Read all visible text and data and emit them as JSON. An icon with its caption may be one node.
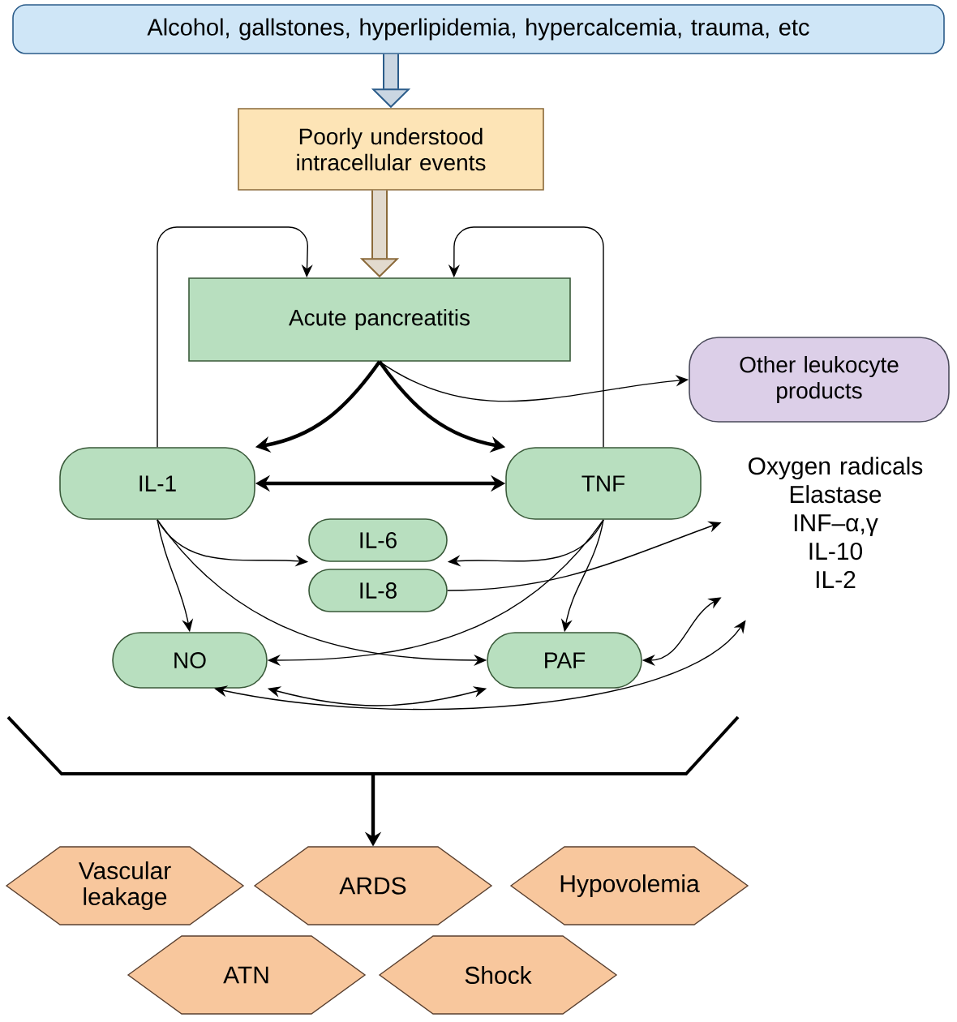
{
  "diagram": {
    "nodes": [
      {
        "text": [
          "Alcohol, gallstones, hyperlipidemia, hypercalcemia, trauma, etc"
        ]
      },
      {
        "text": [
          "Poorly understood intracellular events"
        ]
      },
      {
        "text": [
          "Acute pancreatitis"
        ]
      },
      {
        "text": [
          "Other leukocyte products"
        ]
      },
      {
        "text": [
          "Oxygen radicals",
          "Elastase",
          "INF–α,γ",
          "IL-10",
          "IL-2"
        ]
      },
      {
        "text": [
          "IL-1"
        ]
      },
      {
        "text": [
          "TNF"
        ]
      },
      {
        "text": [
          "IL-6"
        ]
      },
      {
        "text": [
          "IL-8"
        ]
      },
      {
        "text": [
          "NO"
        ]
      },
      {
        "text": [
          "PAF"
        ]
      },
      {
        "text": [],
        "shape": "bracket"
      },
      {
        "text": [
          "Vascular leakage"
        ]
      },
      {
        "text": [
          "ARDS"
        ]
      },
      {
        "text": [
          "Hypovolemia"
        ]
      },
      {
        "text": [
          "ATN"
        ]
      },
      {
        "text": [
          "Shock"
        ]
      }
    ],
    "edges": [
      {
        "from": 0,
        "to": 1,
        "arrow": "to",
        "style": "thick",
        "color": "#2b5c8a"
      },
      {
        "from": 1,
        "to": 2,
        "arrow": "to",
        "style": "thick",
        "color": "#8b6a3a"
      },
      {
        "from": 5,
        "to": 2,
        "arrow": "to"
      },
      {
        "from": 6,
        "to": 2,
        "arrow": "to"
      },
      {
        "from": 2,
        "to": 5,
        "arrow": "to",
        "style": "thick"
      },
      {
        "from": 2,
        "to": 6,
        "arrow": "to",
        "style": "thick"
      },
      {
        "from": 2,
        "to": 3,
        "arrow": "to"
      },
      {
        "from": 5,
        "to": 6,
        "arrow": "both",
        "style": "thick"
      },
      {
        "from": 5,
        "to": 7,
        "arrow": "to"
      },
      {
        "from": 5,
        "to": 9,
        "arrow": "to"
      },
      {
        "from": 5,
        "to": 10,
        "arrow": "to"
      },
      {
        "from": 6,
        "to": 10,
        "arrow": "to"
      },
      {
        "from": 6,
        "to": 9,
        "arrow": "to"
      },
      {
        "from": 6,
        "to": 7,
        "arrow": "to"
      },
      {
        "from": 8,
        "to": 4,
        "arrow": "to"
      },
      {
        "from": 9,
        "to": 10,
        "arrow": "both"
      },
      {
        "from": 10,
        "to": 4,
        "arrow": "both"
      },
      {
        "from": 9,
        "to": 4,
        "arrow": "both"
      },
      {
        "from": 11,
        "to": 13,
        "arrow": "to",
        "style": "thick"
      }
    ]
  }
}
